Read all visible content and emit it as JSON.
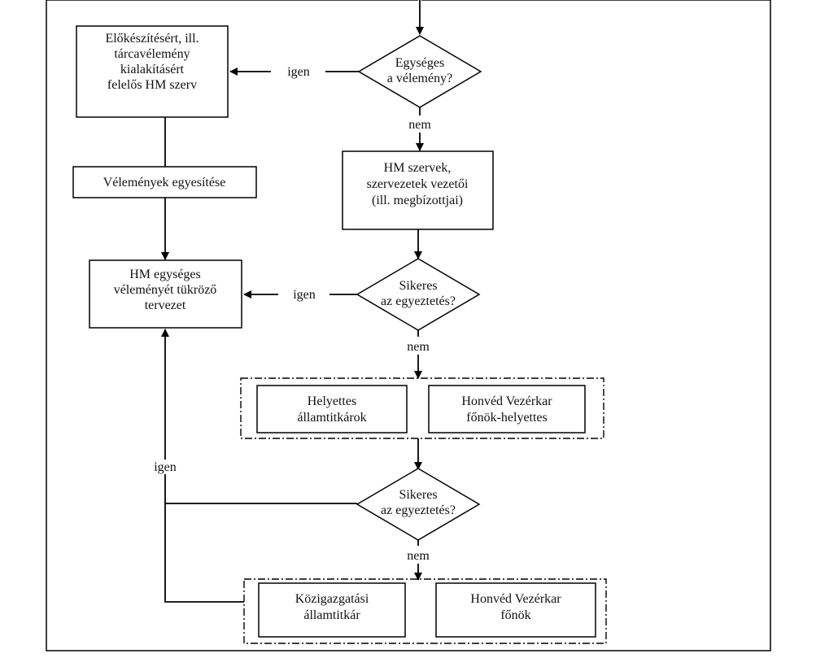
{
  "boxes": {
    "prep": [
      "Előkészítésért, ill.",
      "tárcavélemény",
      "kialakításért",
      "felelős HM szerv"
    ],
    "merge": [
      "Vélemények egyesítése"
    ],
    "draft": [
      "HM egységes",
      "véleményét tükröző",
      "tervezet"
    ],
    "leaders": [
      "HM szervek,",
      "szervezetek vezetői",
      "(ill. megbízottjai)"
    ],
    "deputy_secretaries": [
      "Helyettes",
      "államtitkárok"
    ],
    "deputy_chief": [
      "Honvéd Vezérkar",
      "főnök-helyettes"
    ],
    "admin_secretary": [
      "Közigazgatási",
      "államtitkár"
    ],
    "chief_of_staff": [
      "Honvéd Vezérkar",
      "főnök"
    ]
  },
  "decisions": {
    "d1": [
      "Egységes",
      "a vélemény?"
    ],
    "d2": [
      "Sikeres",
      "az egyeztetés?"
    ],
    "d3": [
      "Sikeres",
      "az egyeztetés?"
    ]
  },
  "labels": {
    "yes": "igen",
    "no": "nem"
  }
}
